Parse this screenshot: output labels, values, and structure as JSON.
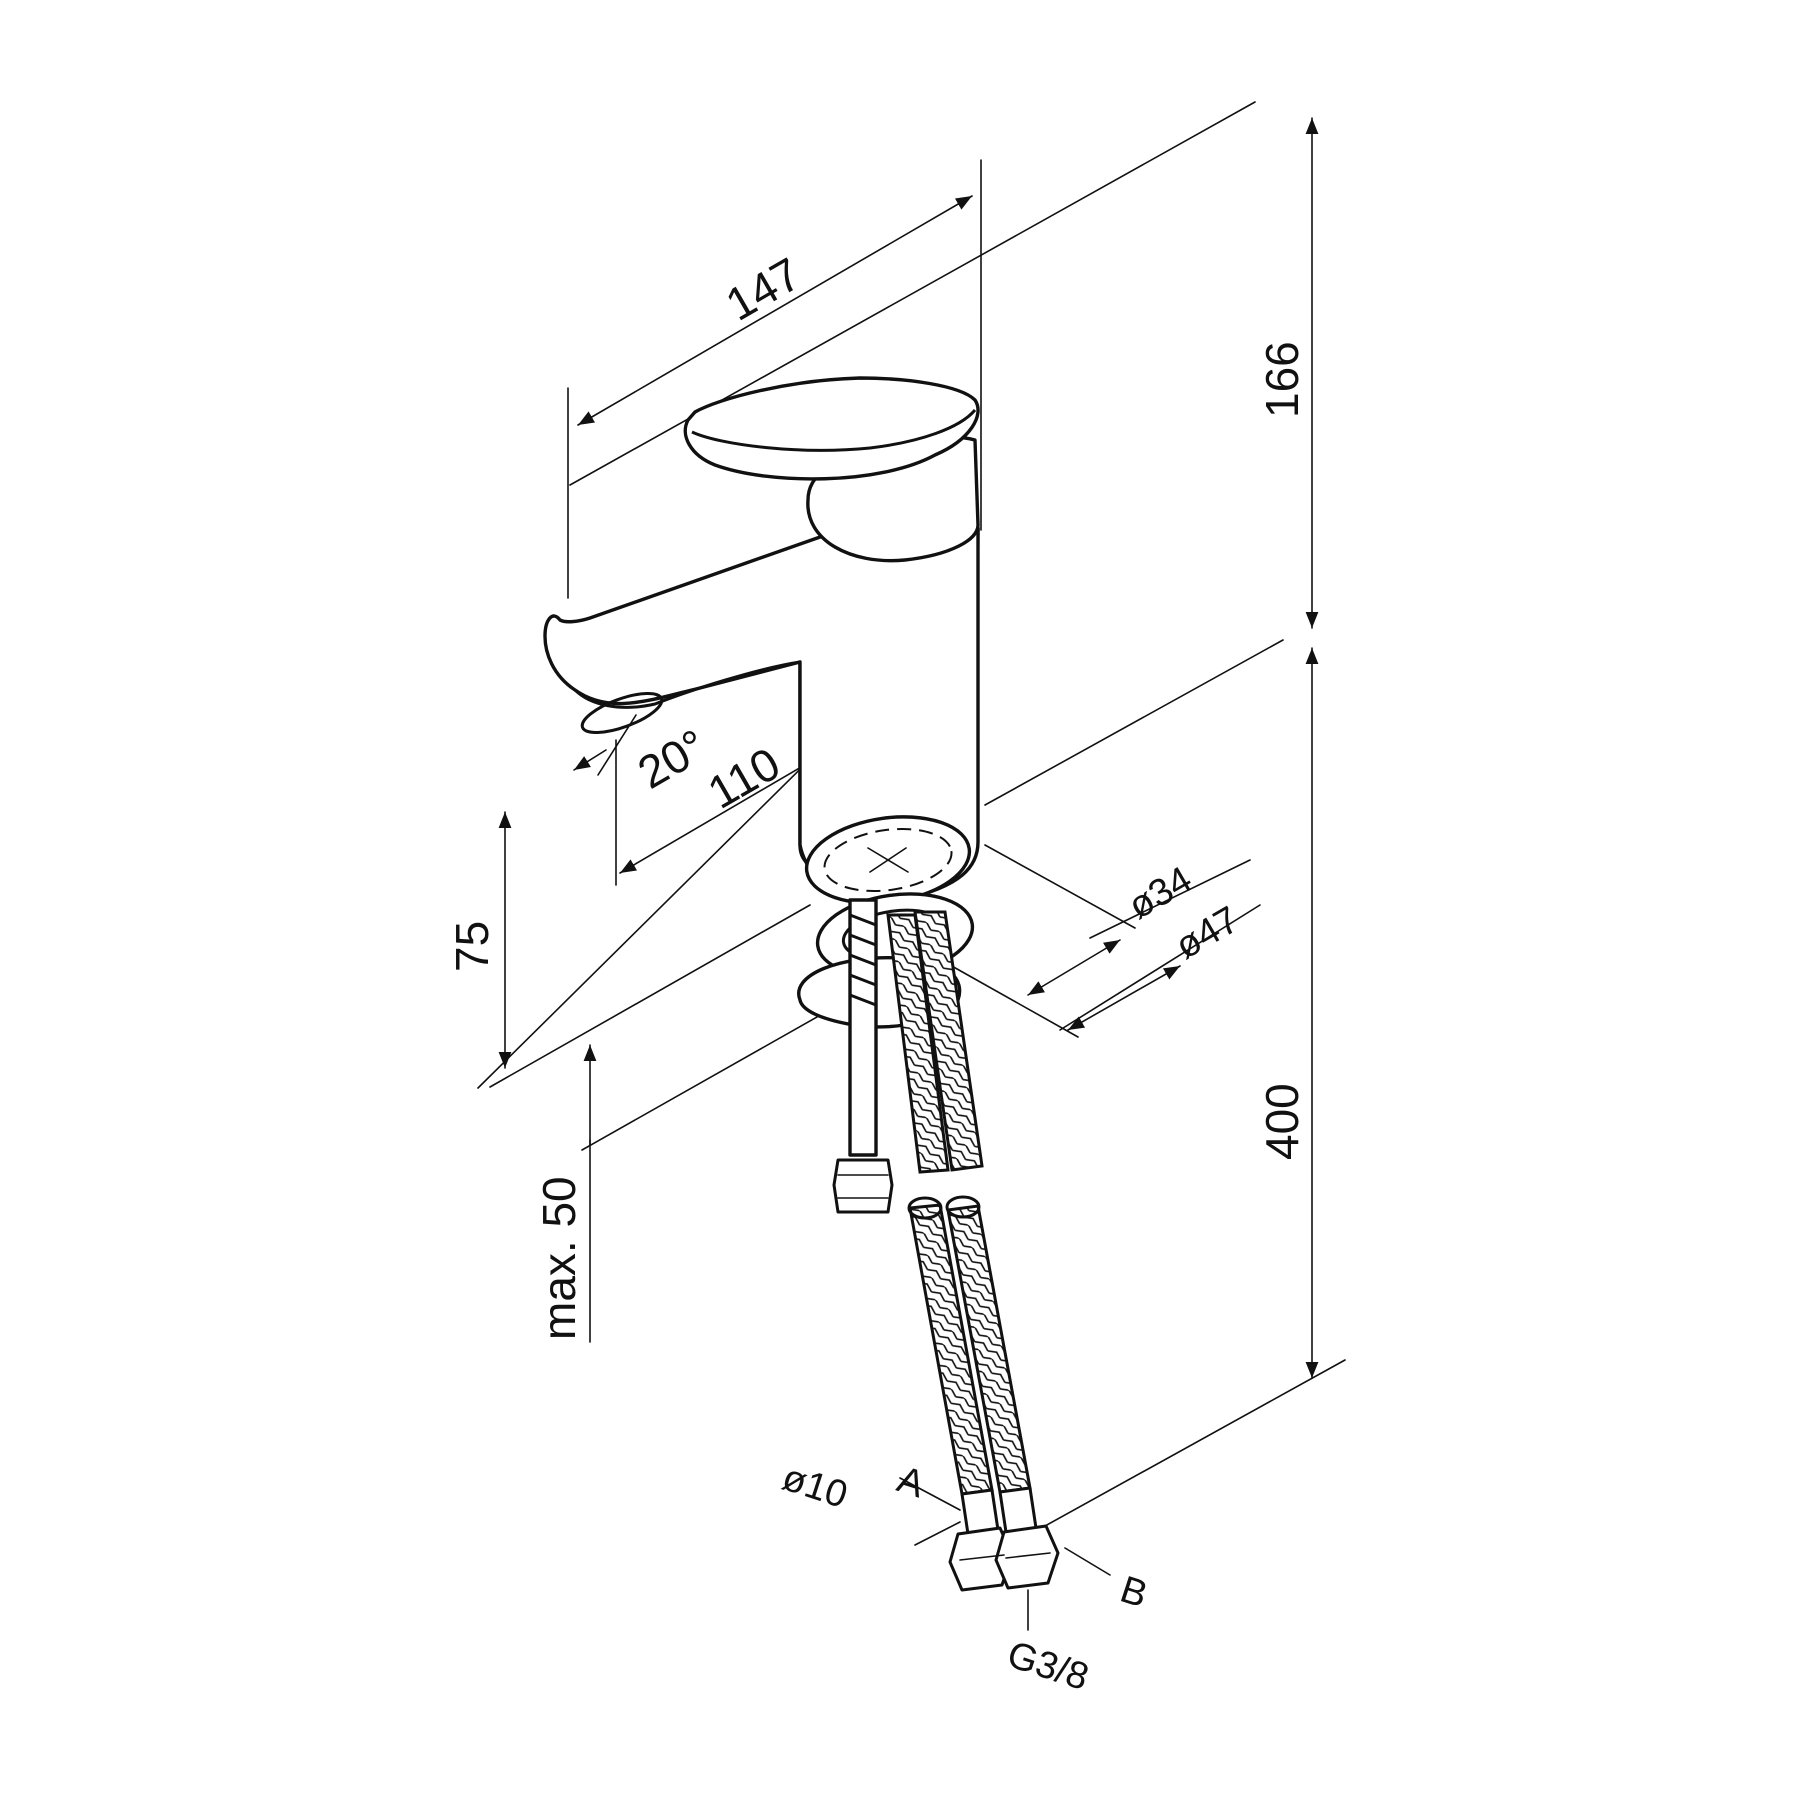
{
  "dimensions": {
    "overall_length": "147",
    "total_height": "166",
    "spout_reach": "110",
    "spout_angle": "20°",
    "spout_height": "75",
    "base_diameter": "ø34",
    "flange_diameter": "ø47",
    "hose_length": "400",
    "max_deck_thickness": "max. 50",
    "hose_diameter": "ø10",
    "thread": "G3/8"
  },
  "labels": {
    "inlet_a": "A",
    "inlet_b": "B"
  },
  "colors": {
    "line": "#111111",
    "background": "#ffffff"
  }
}
